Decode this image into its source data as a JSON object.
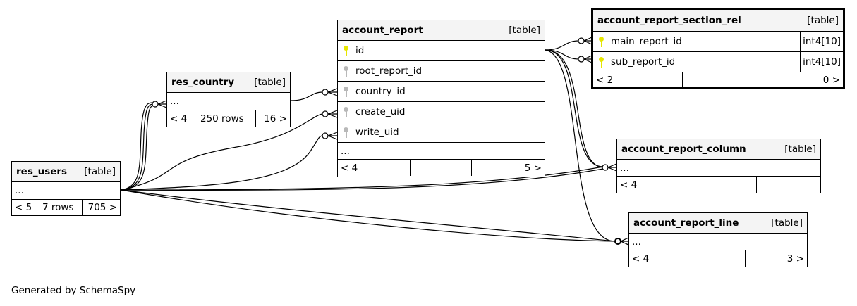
{
  "footer_text": "Generated by SchemaSpy",
  "tables": {
    "account_report": {
      "name": "account_report",
      "kind": "[table]",
      "columns": [
        {
          "name": "id",
          "key": "primary"
        },
        {
          "name": "root_report_id",
          "key": "foreign"
        },
        {
          "name": "country_id",
          "key": "foreign"
        },
        {
          "name": "create_uid",
          "key": "foreign"
        },
        {
          "name": "write_uid",
          "key": "foreign"
        }
      ],
      "more": "...",
      "footer": {
        "parents": "< 4",
        "rows": "",
        "children": "5 >"
      }
    },
    "account_report_section_rel": {
      "name": "account_report_section_rel",
      "kind": "[table]",
      "columns": [
        {
          "name": "main_report_id",
          "type": "int4[10]",
          "key": "primary"
        },
        {
          "name": "sub_report_id",
          "type": "int4[10]",
          "key": "primary"
        }
      ],
      "footer": {
        "parents": "< 2",
        "rows": "",
        "children": "0 >"
      }
    },
    "res_country": {
      "name": "res_country",
      "kind": "[table]",
      "more": "...",
      "footer": {
        "parents": "< 4",
        "rows": "250 rows",
        "children": "16 >"
      }
    },
    "res_users": {
      "name": "res_users",
      "kind": "[table]",
      "more": "...",
      "footer": {
        "parents": "< 5",
        "rows": "7 rows",
        "children": "705 >"
      }
    },
    "account_report_column": {
      "name": "account_report_column",
      "kind": "[table]",
      "more": "...",
      "footer": {
        "parents": "< 4",
        "rows": "",
        "children": ""
      }
    },
    "account_report_line": {
      "name": "account_report_line",
      "kind": "[table]",
      "more": "...",
      "footer": {
        "parents": "< 4",
        "rows": "",
        "children": "3 >"
      }
    }
  },
  "relationships": [
    {
      "from": "account_report.id",
      "to": "account_report_section_rel.main_report_id"
    },
    {
      "from": "account_report.id",
      "to": "account_report_section_rel.sub_report_id"
    },
    {
      "from": "account_report.id",
      "to": "account_report_column"
    },
    {
      "from": "account_report.id",
      "to": "account_report_line"
    },
    {
      "from": "res_country",
      "to": "account_report.country_id"
    },
    {
      "from": "res_users",
      "to": "account_report.create_uid"
    },
    {
      "from": "res_users",
      "to": "account_report.write_uid"
    },
    {
      "from": "res_users",
      "to": "res_country"
    },
    {
      "from": "res_users",
      "to": "account_report_column"
    },
    {
      "from": "res_users",
      "to": "account_report_line"
    }
  ]
}
